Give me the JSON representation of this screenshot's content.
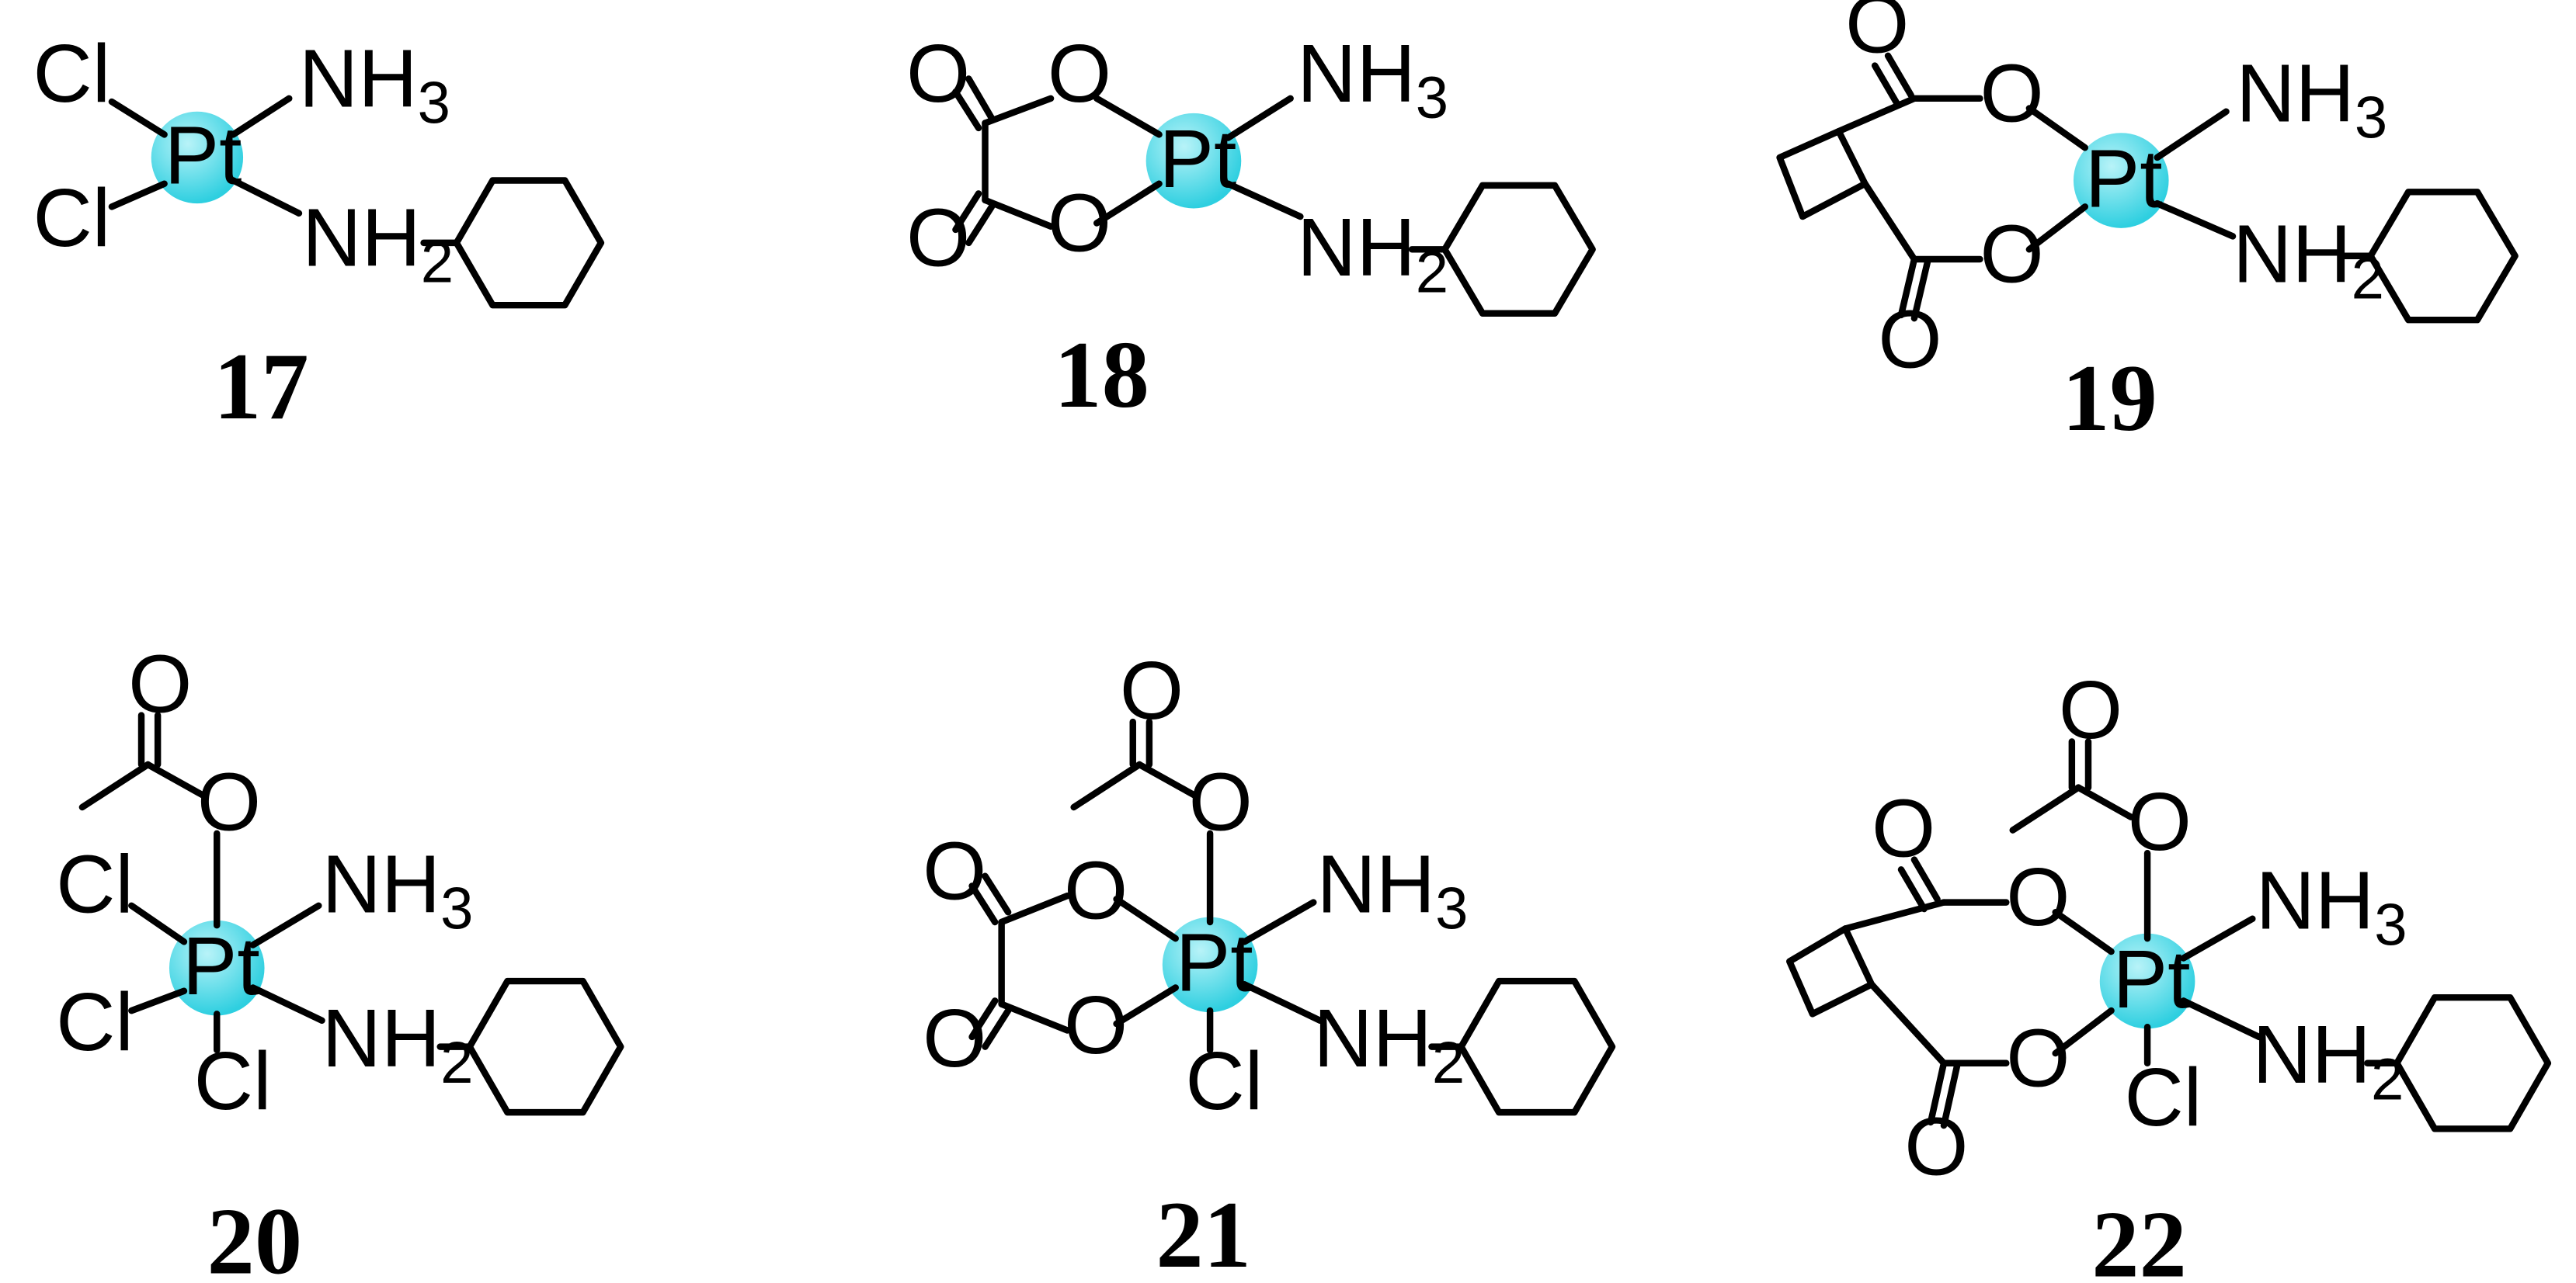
{
  "colors": {
    "metal_highlight": "#2ecfe0",
    "metal_highlight_edge": "#b8f3f8",
    "bond": "#000000"
  },
  "atoms": {
    "metal": "Pt",
    "chloride": "Cl",
    "oxygen": "O",
    "nitrogen": "NH",
    "h2_sub": "2",
    "h3_sub": "3"
  },
  "compounds": [
    {
      "label": "17"
    },
    {
      "label": "18"
    },
    {
      "label": "19"
    },
    {
      "label": "20"
    },
    {
      "label": "21"
    },
    {
      "label": "22"
    }
  ]
}
